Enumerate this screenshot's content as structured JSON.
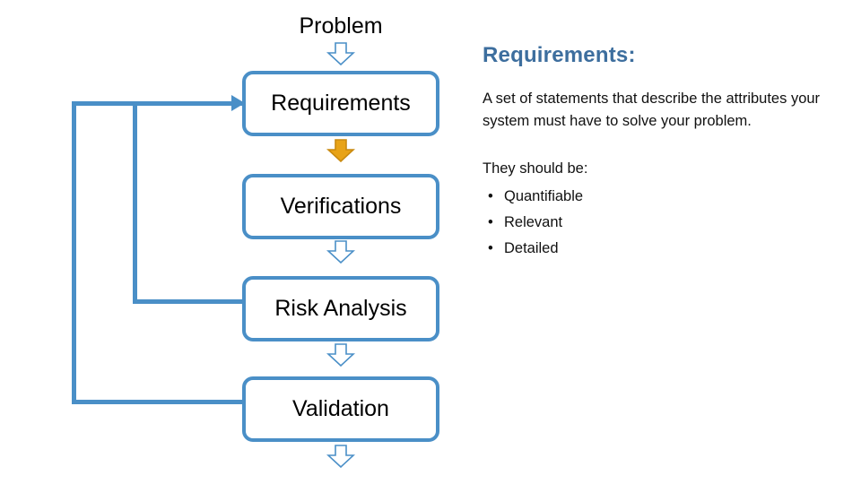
{
  "flow": {
    "title": "Problem",
    "nodes": [
      {
        "label": "Requirements"
      },
      {
        "label": "Verifications"
      },
      {
        "label": "Risk Analysis"
      },
      {
        "label": "Validation"
      }
    ],
    "arrows": [
      {
        "name": "arrow-problem-to-requirements",
        "fill": "#FFFFFF",
        "stroke": "#4A8FC7"
      },
      {
        "name": "arrow-requirements-to-verifications",
        "fill": "#E8A317",
        "stroke": "#C98A10"
      },
      {
        "name": "arrow-verifications-to-risk",
        "fill": "#FFFFFF",
        "stroke": "#4A8FC7"
      },
      {
        "name": "arrow-risk-to-validation",
        "fill": "#FFFFFF",
        "stroke": "#4A8FC7"
      },
      {
        "name": "arrow-validation-out",
        "fill": "#FFFFFF",
        "stroke": "#4A8FC7"
      }
    ],
    "accent_color": "#4A8FC7",
    "highlight_color": "#E8A317"
  },
  "panel": {
    "heading": "Requirements",
    "heading_colon": ":",
    "heading_color": "#3D6E9E",
    "paragraph": "A set of statements that describe the attributes your system must have to solve your problem.",
    "subheading": "They should be:",
    "bullets": [
      "Quantifiable",
      "Relevant",
      "Detailed"
    ]
  }
}
